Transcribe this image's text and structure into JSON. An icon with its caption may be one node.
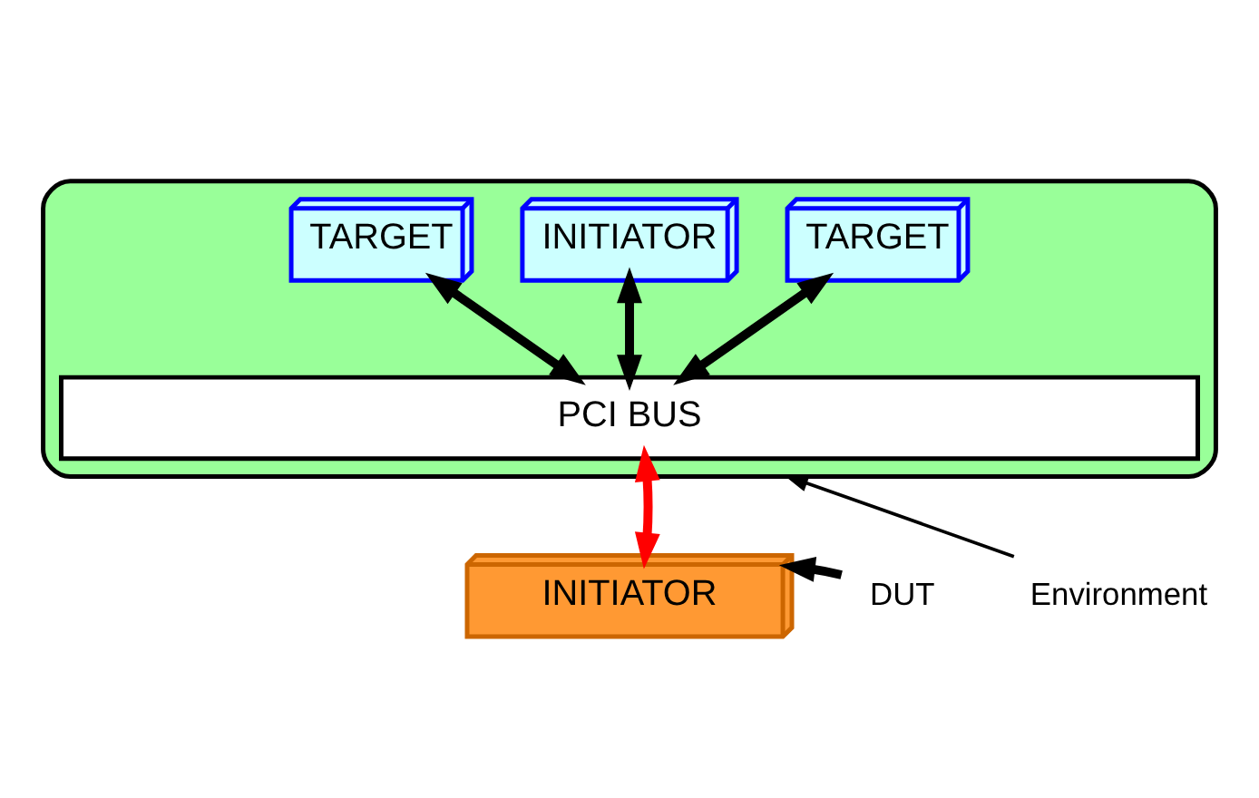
{
  "diagram": {
    "nodes": [
      {
        "text": [],
        "shape": "box"
      },
      {
        "text": [
          "TARGET"
        ],
        "in": 0
      },
      {
        "text": [
          "INITIATOR"
        ],
        "in": 0
      },
      {
        "text": [
          "TARGET"
        ],
        "in": 0
      },
      {
        "text": [
          "PCI BUS"
        ],
        "in": 0
      },
      {
        "text": [
          "INITIATOR"
        ]
      },
      {
        "text": [
          "DUT"
        ]
      },
      {
        "text": [
          "Environment"
        ]
      }
    ],
    "edges": [
      {
        "from": 1,
        "to": 4,
        "arrow": "both"
      },
      {
        "from": 2,
        "to": 4,
        "arrow": "both"
      },
      {
        "from": 3,
        "to": 4,
        "arrow": "both"
      },
      {
        "from": 5,
        "to": 4,
        "arrow": "both",
        "color": "#ff0000"
      },
      {
        "from": 6,
        "to": 5,
        "arrow": "to"
      },
      {
        "from": 7,
        "to": 0,
        "arrow": "to"
      }
    ]
  }
}
